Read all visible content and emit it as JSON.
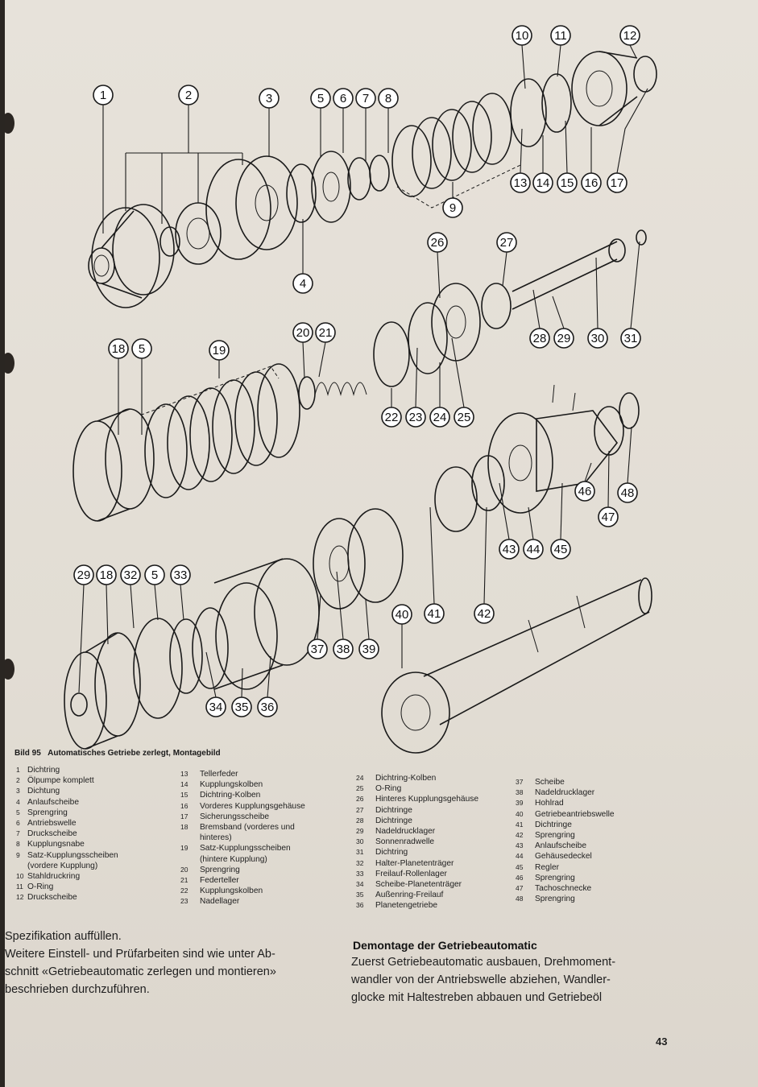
{
  "figure": {
    "callouts": {
      "c1": "1",
      "c2": "2",
      "c3": "3",
      "c4": "4",
      "c5a": "5",
      "c6": "6",
      "c7": "7",
      "c8": "8",
      "c9": "9",
      "c10": "10",
      "c11": "11",
      "c12": "12",
      "c13": "13",
      "c14": "14",
      "c15": "15",
      "c16": "16",
      "c17": "17",
      "c18a": "18",
      "c5b": "5",
      "c19": "19",
      "c20": "20",
      "c21": "21",
      "c22": "22",
      "c23": "23",
      "c24": "24",
      "c25": "25",
      "c26": "26",
      "c27": "27",
      "c28": "28",
      "c29a": "29",
      "c30": "30",
      "c31": "31",
      "c29b": "29",
      "c18b": "18",
      "c32": "32",
      "c5c": "5",
      "c33": "33",
      "c34": "34",
      "c35": "35",
      "c36": "36",
      "c37": "37",
      "c38": "38",
      "c39": "39",
      "c40": "40",
      "c41": "41",
      "c42": "42",
      "c43": "43",
      "c44": "44",
      "c45": "45",
      "c46": "46",
      "c47": "47",
      "c48": "48"
    }
  },
  "caption": {
    "label": "Bild 95",
    "text": "Automatisches Getriebe zerlegt, Montagebild"
  },
  "legend": {
    "col1": [
      {
        "num": "1",
        "text": "Dichtring"
      },
      {
        "num": "2",
        "text": "Ölpumpe komplett"
      },
      {
        "num": "3",
        "text": "Dichtung"
      },
      {
        "num": "4",
        "text": "Anlaufscheibe"
      },
      {
        "num": "5",
        "text": "Sprengring"
      },
      {
        "num": "6",
        "text": "Antriebswelle"
      },
      {
        "num": "7",
        "text": "Druckscheibe"
      },
      {
        "num": "8",
        "text": "Kupplungsnabe"
      },
      {
        "num": "9",
        "text": "Satz-Kupplungsscheiben"
      },
      {
        "num": "",
        "text": "(vordere Kupplung)"
      },
      {
        "num": "10",
        "text": "Stahldruckring"
      },
      {
        "num": "11",
        "text": "O-Ring"
      },
      {
        "num": "12",
        "text": "Druckscheibe"
      }
    ],
    "col2": [
      {
        "num": "13",
        "text": "Tellerfeder"
      },
      {
        "num": "14",
        "text": "Kupplungskolben"
      },
      {
        "num": "15",
        "text": "Dichtring-Kolben"
      },
      {
        "num": "16",
        "text": "Vorderes Kupplungsgehäuse"
      },
      {
        "num": "17",
        "text": "Sicherungsscheibe"
      },
      {
        "num": "18",
        "text": "Bremsband (vorderes und"
      },
      {
        "num": "",
        "text": "hinteres)"
      },
      {
        "num": "19",
        "text": "Satz-Kupplungsscheiben"
      },
      {
        "num": "",
        "text": "(hintere Kupplung)"
      },
      {
        "num": "20",
        "text": "Sprengring"
      },
      {
        "num": "21",
        "text": "Federteller"
      },
      {
        "num": "22",
        "text": "Kupplungskolben"
      },
      {
        "num": "23",
        "text": "Nadellager"
      }
    ],
    "col3": [
      {
        "num": "24",
        "text": "Dichtring-Kolben"
      },
      {
        "num": "25",
        "text": "O-Ring"
      },
      {
        "num": "26",
        "text": "Hinteres Kupplungsgehäuse"
      },
      {
        "num": "27",
        "text": "Dichtringe"
      },
      {
        "num": "28",
        "text": "Dichtringe"
      },
      {
        "num": "29",
        "text": "Nadeldrucklager"
      },
      {
        "num": "30",
        "text": "Sonnenradwelle"
      },
      {
        "num": "31",
        "text": "Dichtring"
      },
      {
        "num": "32",
        "text": "Halter-Planetenträger"
      },
      {
        "num": "33",
        "text": "Freilauf-Rollenlager"
      },
      {
        "num": "34",
        "text": "Scheibe-Planetenträger"
      },
      {
        "num": "35",
        "text": "Außenring-Freilauf"
      },
      {
        "num": "36",
        "text": "Planetengetriebe"
      }
    ],
    "col4": [
      {
        "num": "37",
        "text": "Scheibe"
      },
      {
        "num": "38",
        "text": "Nadeldrucklager"
      },
      {
        "num": "39",
        "text": "Hohlrad"
      },
      {
        "num": "40",
        "text": "Getriebeantriebswelle"
      },
      {
        "num": "41",
        "text": "Dichtringe"
      },
      {
        "num": "42",
        "text": "Sprengring"
      },
      {
        "num": "43",
        "text": "Anlaufscheibe"
      },
      {
        "num": "44",
        "text": "Gehäusedeckel"
      },
      {
        "num": "45",
        "text": "Regler"
      },
      {
        "num": "46",
        "text": "Sprengring"
      },
      {
        "num": "47",
        "text": "Tachoschnecke"
      },
      {
        "num": "48",
        "text": "Sprengring"
      }
    ]
  },
  "left_text": {
    "line1": "Spezifikation auffüllen.",
    "line2": "Weitere Einstell- und Prüfarbeiten sind wie unter Ab-",
    "line3": "schnitt «Getriebeautomatic zerlegen und montieren»",
    "line4": "beschrieben durchzuführen."
  },
  "right_text": {
    "title": "Demontage der Getriebeautomatic",
    "line1": "Zuerst Getriebeautomatic ausbauen, Drehmoment-",
    "line2": "wandler von der Antriebswelle abziehen, Wandler-",
    "line3": "glocke mit Haltestreben abbauen und Getriebeöl"
  },
  "page_number": "43"
}
